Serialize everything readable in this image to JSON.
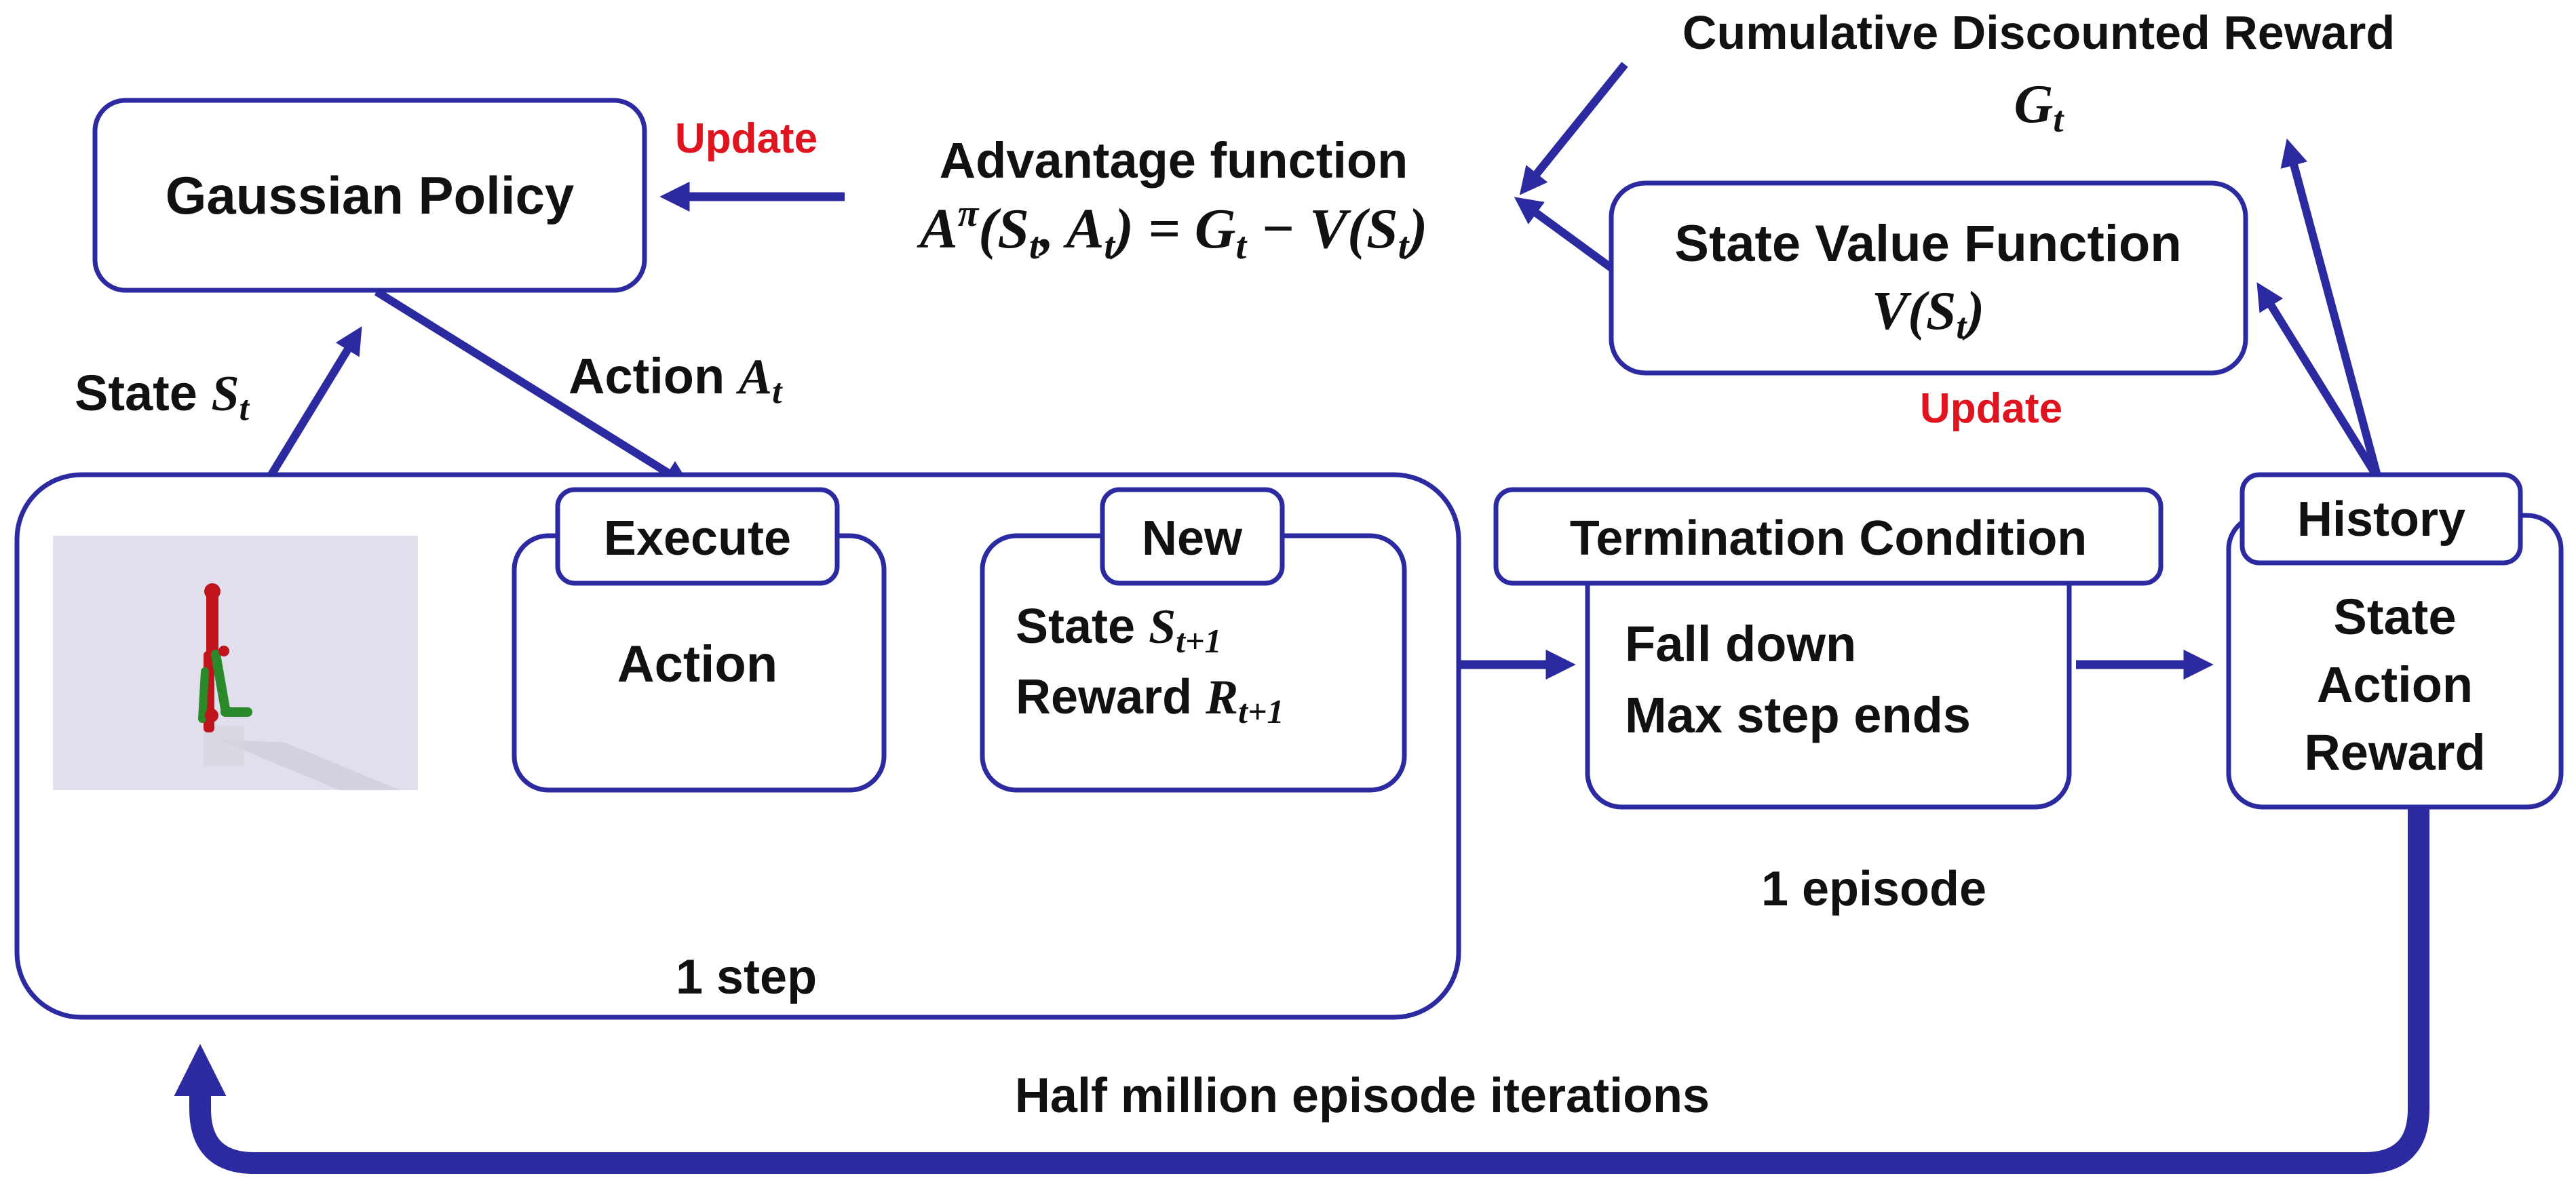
{
  "colors": {
    "line": "#2b2aa0",
    "update_text": "#e0141e",
    "text": "#111111",
    "sim_background": "#e2dfec",
    "robot_red": "#c0141c",
    "robot_green": "#2a8a2a"
  },
  "policy": {
    "label": "Gaussian Policy",
    "update_label": "Update"
  },
  "advantage": {
    "label": "Advantage function",
    "formula": {
      "A": "A",
      "pi": "π",
      "open": "(",
      "S": "S",
      "t1": "t",
      "comma": ", ",
      "A2": "A",
      "t2": "t",
      "mid": ") = ",
      "G": "G",
      "t3": "t",
      "minus": " − ",
      "V": "V",
      "open2": "(",
      "S2": "S",
      "t4": "t",
      "close": ")"
    }
  },
  "cumulative": {
    "label": "Cumulative Discounted Reward",
    "symbol": "G",
    "sub": "t"
  },
  "value_function": {
    "label": "State Value Function",
    "symbol": "V(",
    "S": "S",
    "sub": "t",
    "close": ")",
    "update_label": "Update"
  },
  "state_edge": {
    "text": "State ",
    "symbol": "S",
    "sub": "t"
  },
  "action_edge": {
    "text": "Action ",
    "symbol": "A",
    "sub": "t"
  },
  "step_group": {
    "execute_tab": "Execute",
    "execute_body": "Action",
    "new_tab": "New",
    "new_state_text": "State ",
    "new_state_symbol": "S",
    "new_state_sub": "t+1",
    "new_reward_text": "Reward ",
    "new_reward_symbol": "R",
    "new_reward_sub": "t+1",
    "caption": "1 step"
  },
  "termination": {
    "tab": "Termination Condition",
    "line1": "Fall down",
    "line2": "Max step ends",
    "caption": "1 episode"
  },
  "history": {
    "tab": "History",
    "line1": "State",
    "line2": "Action",
    "line3": "Reward"
  },
  "outer_loop_label": "Half million episode iterations"
}
